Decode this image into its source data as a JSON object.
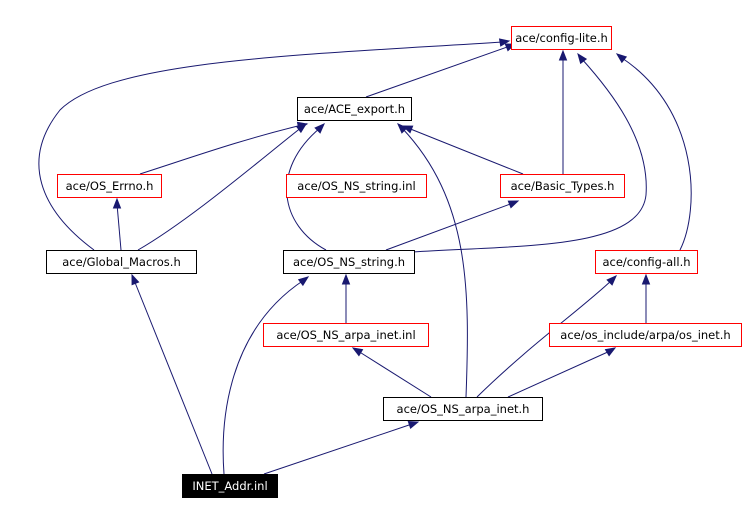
{
  "nodes": {
    "config_lite": {
      "label": "ace/config-lite.h",
      "color": "#ff0000"
    },
    "ace_export": {
      "label": "ace/ACE_export.h",
      "color": "#000000"
    },
    "os_errno": {
      "label": "ace/OS_Errno.h",
      "color": "#ff0000"
    },
    "os_ns_string_inl": {
      "label": "ace/OS_NS_string.inl",
      "color": "#ff0000"
    },
    "basic_types": {
      "label": "ace/Basic_Types.h",
      "color": "#ff0000"
    },
    "global_macros": {
      "label": "ace/Global_Macros.h",
      "color": "#000000"
    },
    "os_ns_string": {
      "label": "ace/OS_NS_string.h",
      "color": "#000000"
    },
    "config_all": {
      "label": "ace/config-all.h",
      "color": "#ff0000"
    },
    "os_ns_arpa_inet_inl": {
      "label": "ace/OS_NS_arpa_inet.inl",
      "color": "#ff0000"
    },
    "os_inet": {
      "label": "ace/os_include/arpa/os_inet.h",
      "color": "#ff0000"
    },
    "os_ns_arpa_inet": {
      "label": "ace/OS_NS_arpa_inet.h",
      "color": "#000000"
    },
    "inet_addr": {
      "label": "INET_Addr.inl",
      "color": "#000000"
    }
  },
  "edge_color": "#191970"
}
